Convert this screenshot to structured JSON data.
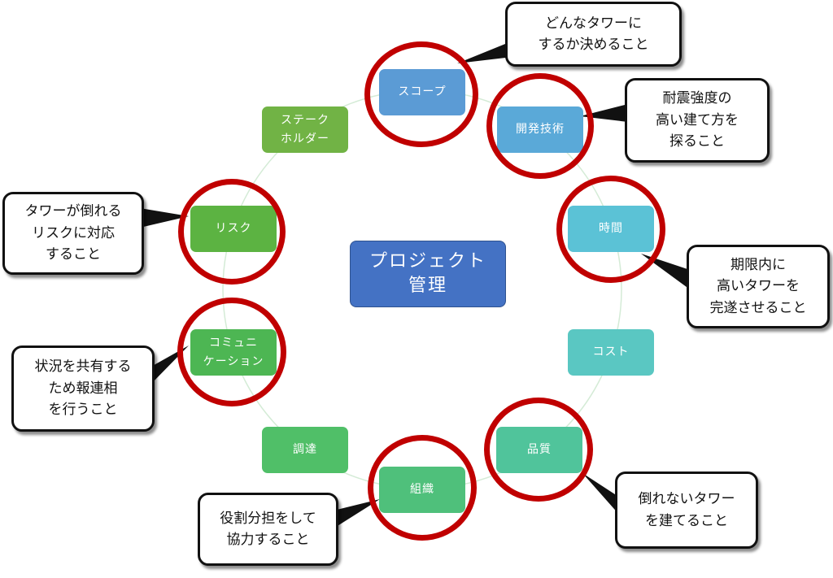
{
  "center": {
    "line1": "プロジェクト",
    "line2": "管理",
    "color": "#4472c4"
  },
  "nodes": [
    {
      "label": "スコープ",
      "color": "#5b9bd5",
      "highlighted": true
    },
    {
      "label": "開発技術",
      "color": "#5aa9d8",
      "highlighted": true
    },
    {
      "label": "時間",
      "color": "#5bc2d6",
      "highlighted": true
    },
    {
      "label": "コスト",
      "color": "#5ac7c2",
      "highlighted": false
    },
    {
      "label": "品質",
      "color": "#50c49b",
      "highlighted": true
    },
    {
      "label": "組織",
      "color": "#4fc07b",
      "highlighted": true
    },
    {
      "label": "調達",
      "color": "#50bf68",
      "highlighted": false
    },
    {
      "label": "コミュニ\nケーション",
      "color": "#4db653",
      "highlighted": true
    },
    {
      "label": "リスク",
      "color": "#5cb342",
      "highlighted": true
    },
    {
      "label": "ステーク\nホルダー",
      "color": "#71b345",
      "highlighted": false
    }
  ],
  "callouts": [
    {
      "text": "どんなタワーに\nするか決めること"
    },
    {
      "text": "耐震強度の\n高い建て方を\n探ること"
    },
    {
      "text": "期限内に\n高いタワーを\n完遂させること"
    },
    {
      "text": "倒れないタワー\nを建てること"
    },
    {
      "text": "役割分担をして\n協力すること"
    },
    {
      "text": "状況を共有する\nため報連相\nを行うこと"
    },
    {
      "text": "タワーが倒れる\nリスクに対応\nすること"
    }
  ],
  "colors": {
    "ring": "#c00000",
    "cycle_line": "#cfe8d4"
  }
}
